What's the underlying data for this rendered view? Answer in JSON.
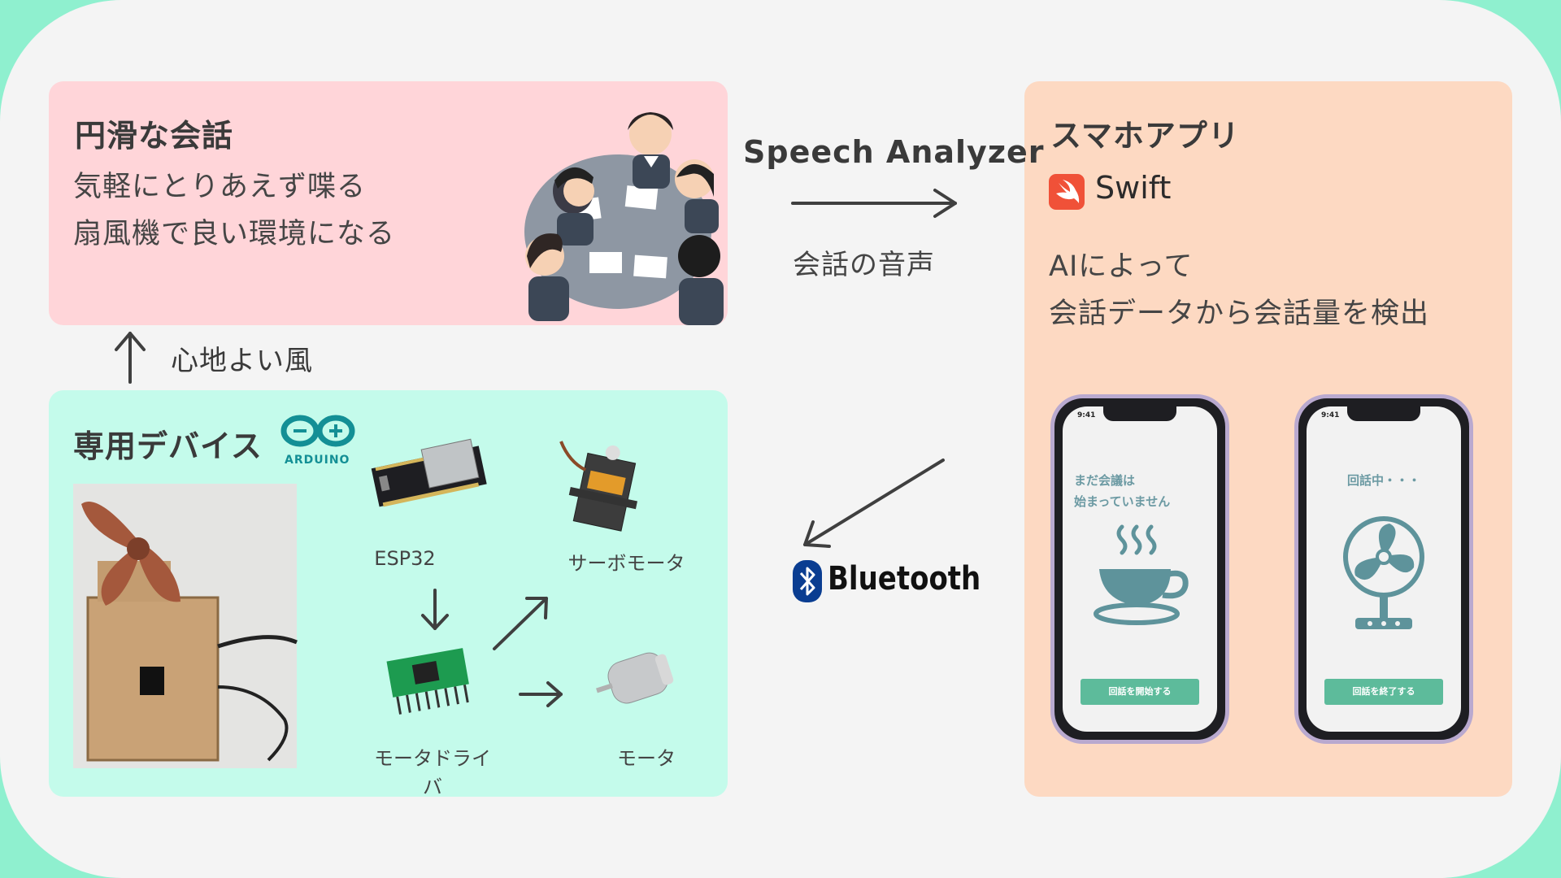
{
  "conversation_panel": {
    "title": "円滑な会話",
    "lines": [
      "気軽にとりあえず喋る",
      "扇風機で良い環境になる"
    ]
  },
  "arrow_labels": {
    "speech_analyzer": "Speech Analyzer",
    "voice": "会話の音声",
    "comfortable_wind": "心地よい風",
    "bluetooth": "Bluetooth"
  },
  "device_panel": {
    "title": "専用デバイス",
    "arduino_logo_text": "ARDUINO",
    "components": {
      "esp32": "ESP32",
      "servo": "サーボモータ",
      "driver": "モータドライバ",
      "motor": "モータ"
    }
  },
  "app_panel": {
    "title": "スマホアプリ",
    "swift_label": "Swift",
    "lines": [
      "AIによって",
      "会話データから会話量を検出"
    ],
    "phone_left": {
      "time": "9:41",
      "message_lines": [
        "まだ会議は",
        "始まっていません"
      ],
      "button": "回話を開始する"
    },
    "phone_right": {
      "time": "9:41",
      "message": "回話中・・・",
      "button": "回話を終了する"
    }
  },
  "colors": {
    "outer_bg": "#8ff0cf",
    "canvas_bg": "#f4f4f4",
    "conversation_panel": "#ffd5d9",
    "device_panel": "#c4fbeb",
    "app_panel": "#fdd9c2",
    "app_icon_teal": "#5e939b",
    "button_green": "#5dbb9b",
    "bluetooth_blue": "#0a3d91",
    "swift_orange": "#f05138"
  },
  "icons": {
    "meeting": "meeting-illustration",
    "fan_device": "wooden-fan-device-photo",
    "esp32": "esp32-board",
    "servo": "servo-motor",
    "driver": "motor-driver-board",
    "motor": "dc-motor",
    "arduino": "arduino-logo",
    "swift": "swift-logo",
    "bluetooth": "bluetooth-icon",
    "coffee": "coffee-cup-icon",
    "fan": "electric-fan-icon"
  }
}
